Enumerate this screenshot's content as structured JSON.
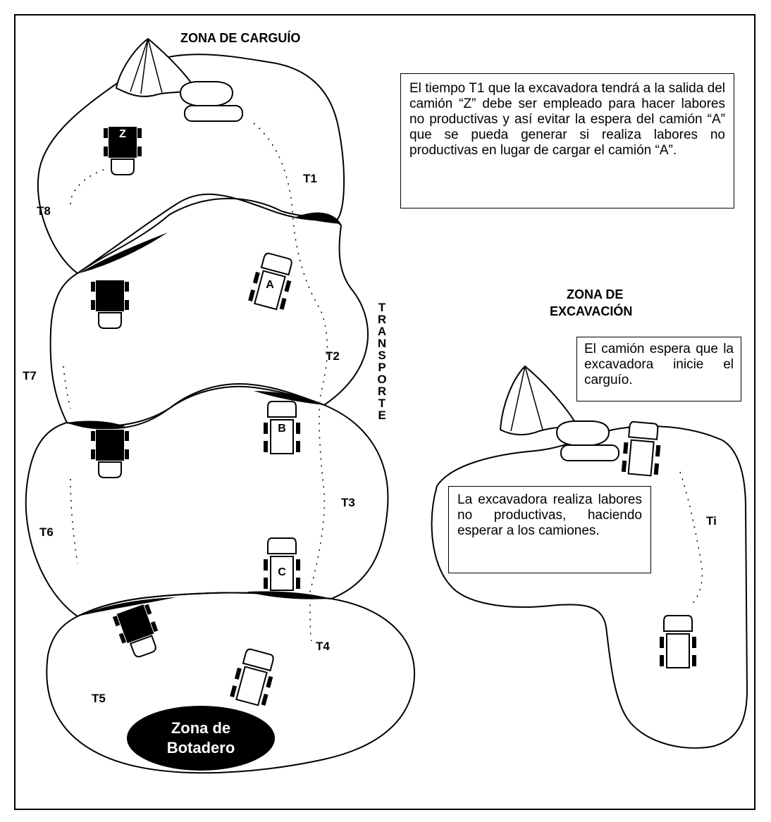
{
  "zones": {
    "loading_zone": "ZONA DE CARGUÍO",
    "excavation_zone_line1": "ZONA DE",
    "excavation_zone_line2": "EXCAVACIÓN",
    "transport": "TRANSPORTE",
    "dump_zone_line1": "Zona de",
    "dump_zone_line2": "Botadero"
  },
  "notes": {
    "top_right": "El tiempo T1 que la excavadora tendrá a la salida del camión “Z” debe ser empleado para hacer labores no productivas y así evitar la espera del camión “A” que se pueda generar si realiza labores no productivas en lugar de cargar el camión “A”.",
    "truck_waits": "El camión espera que la excavadora inicie el carguío.",
    "excavator_idle": "La excavadora realiza labores no productivas, haciendo esperar a los camiones."
  },
  "time_labels": {
    "t1": "T1",
    "t2": "T2",
    "t3": "T3",
    "t4": "T4",
    "t5": "T5",
    "t6": "T6",
    "t7": "T7",
    "t8": "T8",
    "ti": "Ti"
  },
  "trucks": {
    "z": "Z",
    "a": "A",
    "b": "B",
    "c": "C"
  },
  "colors": {
    "ink": "#000000",
    "paper": "#ffffff"
  }
}
